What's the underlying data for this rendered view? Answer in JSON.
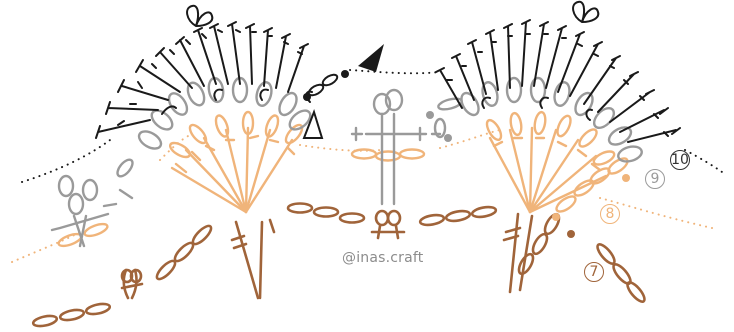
{
  "credit": "@inas.craft",
  "rounds": [
    {
      "key": "r10",
      "label": "10",
      "color": "#333333"
    },
    {
      "key": "r9",
      "label": "9",
      "color": "#9a9a9a"
    },
    {
      "key": "r8",
      "label": "8",
      "color": "#f0b47a"
    },
    {
      "key": "r7",
      "label": "7",
      "color": "#a0643a"
    }
  ],
  "colors": {
    "round7": "#a0643a",
    "round8": "#f0b47a",
    "round9": "#9a9a9a",
    "round10": "#1a1a1a",
    "background": "#ffffff"
  },
  "icons": [
    "start-arrow-icon",
    "end-triangle-icon",
    "picot-icon"
  ]
}
